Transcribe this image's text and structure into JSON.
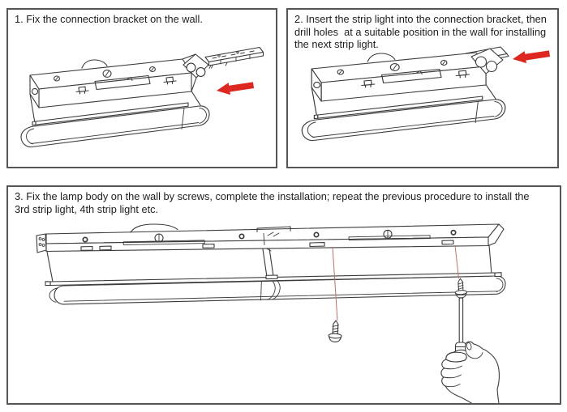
{
  "panels": [
    {
      "step_lines": [
        "1. Fix the connection bracket on the wall."
      ]
    },
    {
      "step_lines": [
        "2. Insert the strip light into the connection bracket, then",
        "drill holes  at a suitable position in the wall for installing",
        "the next strip light."
      ]
    },
    {
      "step_lines": [
        "3. Fix the lamp body on the wall by screws, complete the installation; repeat the previous procedure to install the",
        "3rd strip light, 4th strip light etc."
      ]
    }
  ],
  "colors": {
    "arrow_red": "#dd2721",
    "leader_line": "#b5756b"
  }
}
